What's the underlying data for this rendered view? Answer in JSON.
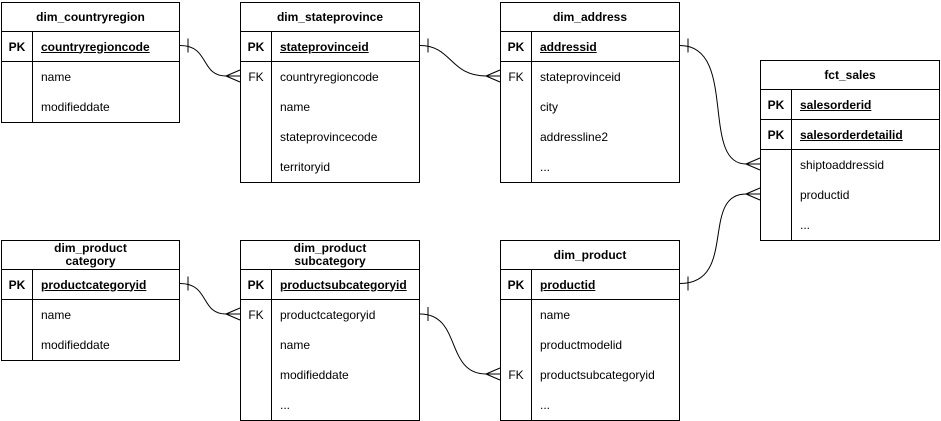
{
  "colors": {
    "background": "#ffffff",
    "line": "#000000",
    "text": "#000000"
  },
  "tables": [
    {
      "name": "dim_countryregion",
      "title": "dim_countryregion",
      "rows": [
        {
          "key": "PK",
          "field": "countryregioncode"
        },
        {
          "key": "",
          "field": "name"
        },
        {
          "key": "",
          "field": "modifieddate"
        }
      ]
    },
    {
      "name": "dim_stateprovince",
      "title": "dim_stateprovince",
      "rows": [
        {
          "key": "PK",
          "field": "stateprovinceid"
        },
        {
          "key": "FK",
          "field": "countryregioncode"
        },
        {
          "key": "",
          "field": "name"
        },
        {
          "key": "",
          "field": "stateprovincecode"
        },
        {
          "key": "",
          "field": "territoryid"
        }
      ]
    },
    {
      "name": "dim_address",
      "title": "dim_address",
      "rows": [
        {
          "key": "PK",
          "field": "addressid"
        },
        {
          "key": "FK",
          "field": "stateprovinceid"
        },
        {
          "key": "",
          "field": "city"
        },
        {
          "key": "",
          "field": "addressline2"
        },
        {
          "key": "",
          "field": "..."
        }
      ]
    },
    {
      "name": "fct_sales",
      "title": "fct_sales",
      "rows": [
        {
          "key": "PK",
          "field": "salesorderid"
        },
        {
          "key": "PK",
          "field": "salesorderdetailid"
        },
        {
          "key": "",
          "field": "shiptoaddressid"
        },
        {
          "key": "",
          "field": "productid"
        },
        {
          "key": "",
          "field": "..."
        }
      ]
    },
    {
      "name": "dim_productcategory",
      "title": "dim_product\ncategory",
      "rows": [
        {
          "key": "PK",
          "field": "productcategoryid"
        },
        {
          "key": "",
          "field": "name"
        },
        {
          "key": "",
          "field": "modifieddate"
        }
      ]
    },
    {
      "name": "dim_productsubcategory",
      "title": "dim_product\nsubcategory",
      "rows": [
        {
          "key": "PK",
          "field": "productsubcategoryid"
        },
        {
          "key": "FK",
          "field": "productcategoryid"
        },
        {
          "key": "",
          "field": "name"
        },
        {
          "key": "",
          "field": "modifieddate"
        },
        {
          "key": "",
          "field": "..."
        }
      ]
    },
    {
      "name": "dim_product",
      "title": "dim_product",
      "rows": [
        {
          "key": "PK",
          "field": "productid"
        },
        {
          "key": "",
          "field": "name"
        },
        {
          "key": "",
          "field": "productmodelid"
        },
        {
          "key": "FK",
          "field": "productsubcategoryid"
        },
        {
          "key": "",
          "field": "..."
        }
      ]
    }
  ],
  "relationships": [
    {
      "from": "dim_countryregion.countryregioncode",
      "to": "dim_stateprovince.countryregioncode",
      "cardinality": "one-to-many"
    },
    {
      "from": "dim_stateprovince.stateprovinceid",
      "to": "dim_address.stateprovinceid",
      "cardinality": "one-to-many"
    },
    {
      "from": "dim_address.addressid",
      "to": "fct_sales.shiptoaddressid",
      "cardinality": "one-to-many"
    },
    {
      "from": "dim_product.productid",
      "to": "fct_sales.productid",
      "cardinality": "one-to-many"
    },
    {
      "from": "dim_productcategory.productcategoryid",
      "to": "dim_productsubcategory.productcategoryid",
      "cardinality": "one-to-many"
    },
    {
      "from": "dim_productsubcategory.productsubcategoryid",
      "to": "dim_product.productsubcategoryid",
      "cardinality": "one-to-many"
    }
  ]
}
